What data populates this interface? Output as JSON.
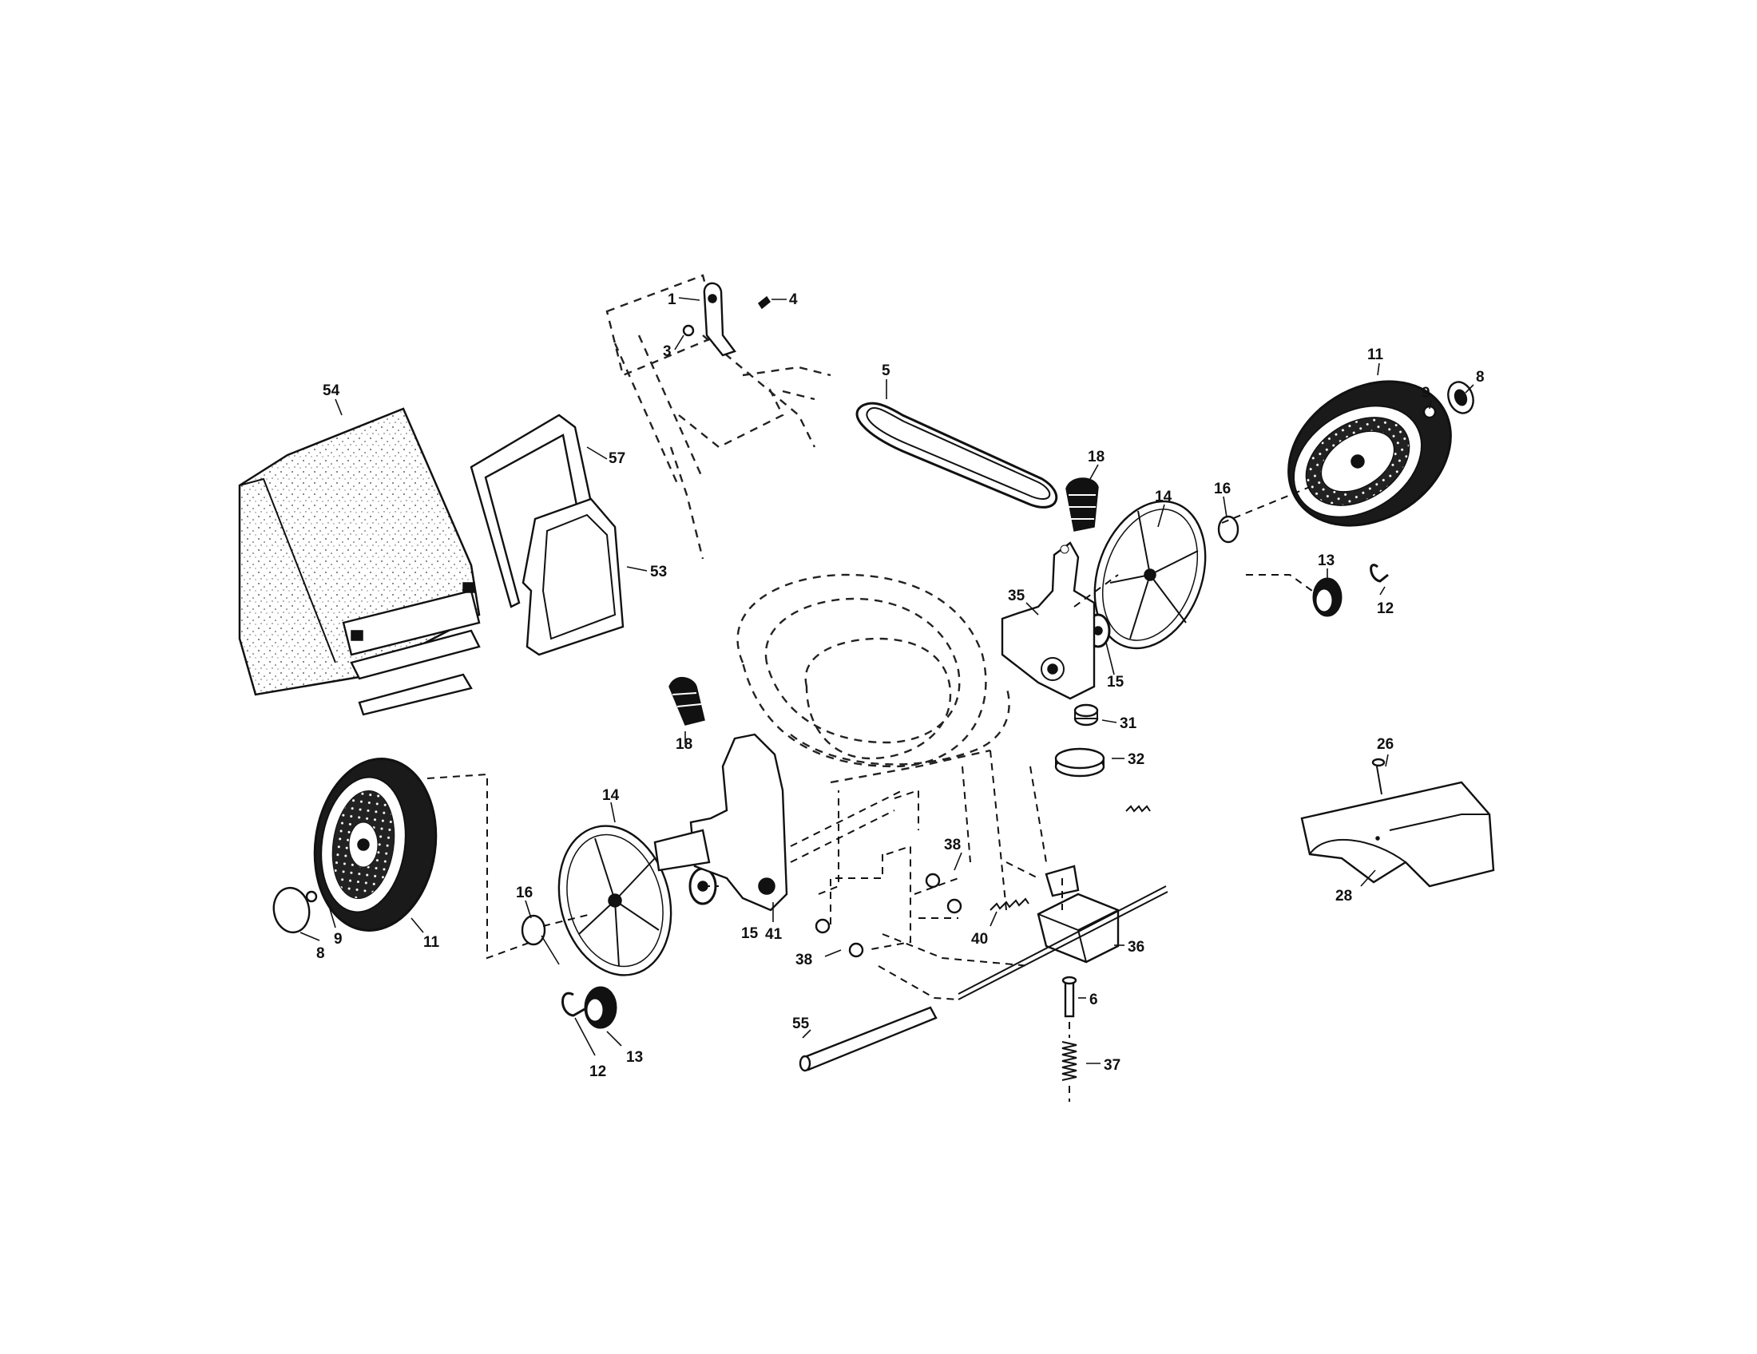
{
  "diagram": {
    "callouts": {
      "c1": "1",
      "c3": "3",
      "c4": "4",
      "c5": "5",
      "c54": "54",
      "c57": "57",
      "c53": "53",
      "c18a": "18",
      "c18b": "18",
      "c11a": "11",
      "c11b": "11",
      "c9a": "9",
      "c9b": "9",
      "c8a": "8",
      "c8b": "8",
      "c14a": "14",
      "c14b": "14",
      "c16a": "16",
      "c16b": "16",
      "c13a": "13",
      "c13b": "13",
      "c12a": "12",
      "c12b": "12",
      "c15a": "15",
      "c15b": "15",
      "c35": "35",
      "c31": "31",
      "c32": "32",
      "c26": "26",
      "c28": "28",
      "c41": "41",
      "c38a": "38",
      "c38b": "38",
      "c40": "40",
      "c36": "36",
      "c6": "6",
      "c37": "37",
      "c55": "55"
    }
  }
}
